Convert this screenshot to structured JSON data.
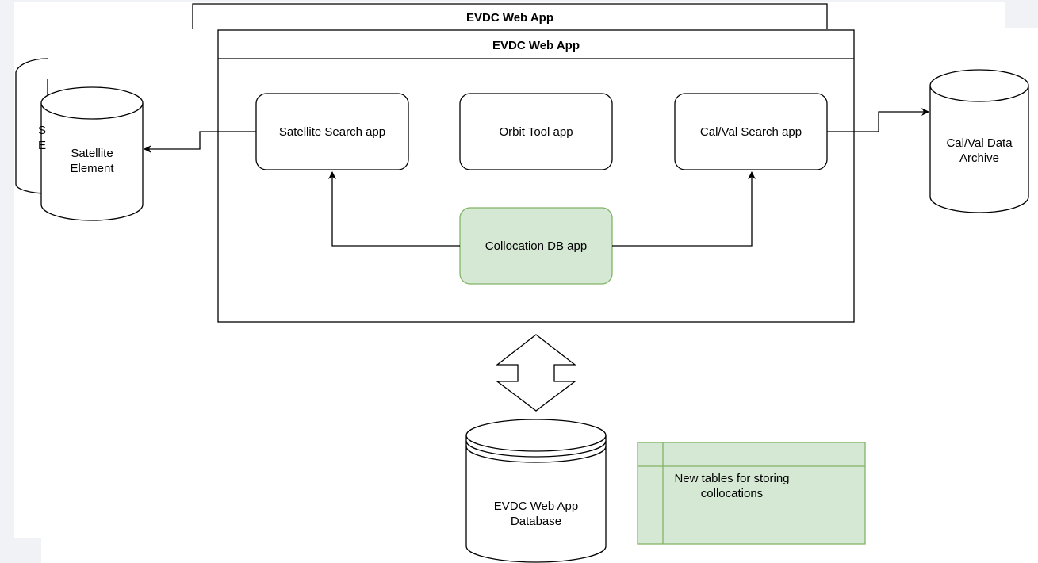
{
  "containers": {
    "back_title": "EVDC Web App",
    "front_title": "EVDC Web App"
  },
  "apps": {
    "satellite_search": "Satellite Search app",
    "orbit_tool": "Orbit Tool app",
    "calval_search": "Cal/Val Search app",
    "collocation_db": "Collocation DB app"
  },
  "datastores": {
    "satellite_element": "Satellite Element",
    "satellite_element_back": "S E",
    "calval_archive": "Cal/Val Data Archive",
    "webapp_database": "EVDC Web App Database"
  },
  "note": {
    "text": "New tables for storing collocations"
  },
  "colors": {
    "green_fill": "#d5e8d4",
    "green_stroke": "#82b366",
    "stroke": "#000000",
    "canvas": "#ffffff",
    "page": "#f0f2f5"
  }
}
